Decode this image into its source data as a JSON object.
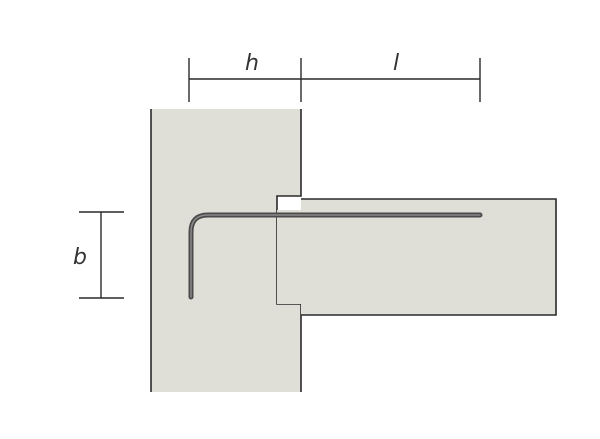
{
  "diagram": {
    "labels": {
      "h": "h",
      "l": "l",
      "b": "b"
    },
    "colors": {
      "background": "#ffffff",
      "concrete_fill": "#e0dfd7",
      "concrete_stroke": "#2a2a2a",
      "dimension_line": "#2a2a2a",
      "rebar": "#4a4a4a"
    }
  }
}
